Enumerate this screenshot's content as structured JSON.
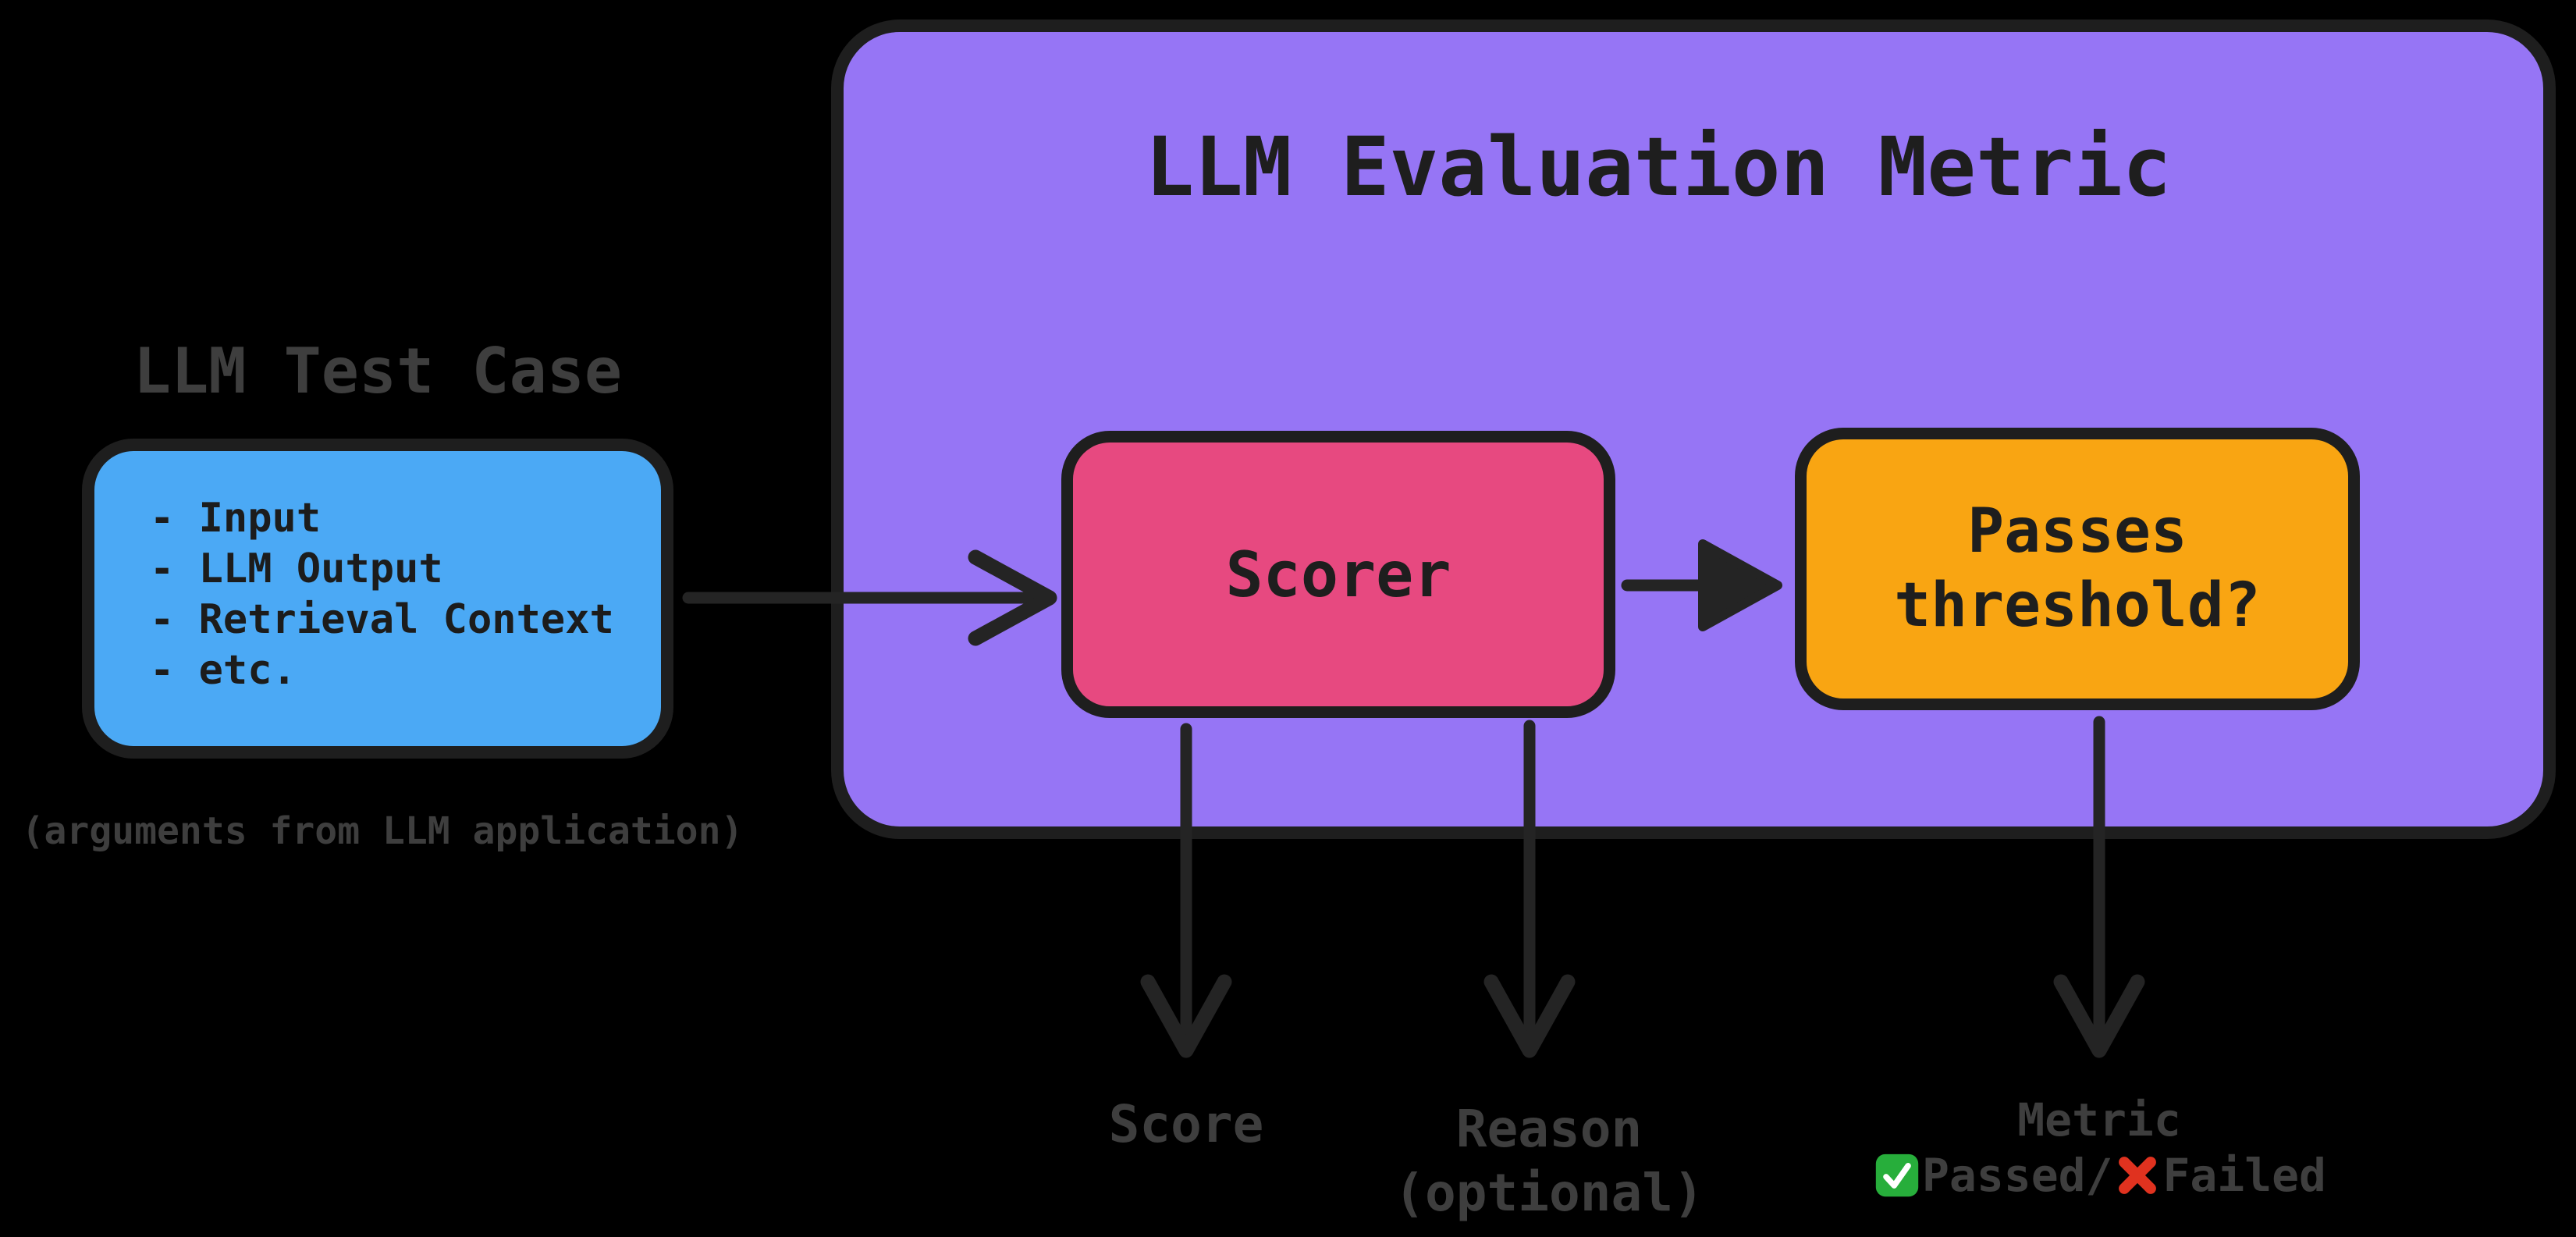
{
  "diagram": {
    "test_case": {
      "heading": "LLM Test Case",
      "items": [
        "- Input",
        "- LLM Output",
        "- Retrieval Context",
        "- etc."
      ],
      "caption": "(arguments from LLM application)"
    },
    "metric": {
      "title": "LLM Evaluation Metric",
      "scorer_label": "Scorer",
      "threshold_label_line1": "Passes",
      "threshold_label_line2": "threshold?"
    },
    "outputs": {
      "score_label": "Score",
      "reason_label_line1": "Reason",
      "reason_label_line2": "(optional)",
      "metric_label": "Metric",
      "passed_label": "Passed/",
      "failed_label": "Failed"
    },
    "colors": {
      "background": "#000000",
      "container_fill": "#9675F5",
      "test_case_fill": "#4BA9F5",
      "scorer_fill": "#E74980",
      "threshold_fill": "#F9A512",
      "outline": "#1E1E1E",
      "arrow": "#242424",
      "dim_text": "#3E3E3E",
      "dark_text": "#1C1C1C",
      "check_green": "#27AE3B",
      "cross_red": "#E0321F"
    }
  }
}
